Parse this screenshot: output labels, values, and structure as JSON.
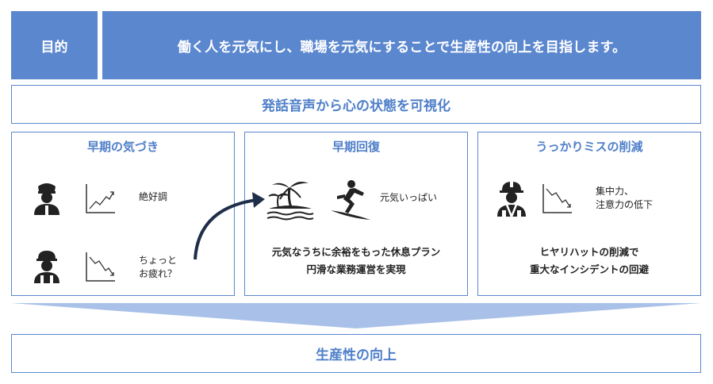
{
  "purpose": {
    "label": "目的",
    "text": "働く人を元気にし、職場を元気にすることで生産性の向上を目指します。"
  },
  "banner": "発話音声から心の状態を可視化",
  "panels": [
    {
      "title": "早期の気づき",
      "rows": [
        {
          "person_icon": "police-officer-icon",
          "trend_icon": "trend-up-icon",
          "text": "絶好調"
        },
        {
          "person_icon": "worker-icon",
          "trend_icon": "trend-down-icon",
          "text_lines": [
            "ちょっと",
            "お疲れ？"
          ]
        }
      ]
    },
    {
      "title": "早期回復",
      "icons": [
        "island-palm-icon",
        "surfer-icon"
      ],
      "status": "元気いっぱい",
      "caption_lines": [
        "元気なうちに余裕をもった休息プラン",
        "円滑な業務運営を実現"
      ]
    },
    {
      "title": "うっかりミスの削減",
      "icons": [
        "construction-worker-icon",
        "trend-down-icon"
      ],
      "status_lines": [
        "集中力、",
        "注意力の低下"
      ],
      "caption_lines": [
        "ヒヤリハットの削減で",
        "重大なインシデントの回避"
      ]
    }
  ],
  "result": "生産性の向上",
  "colors": {
    "primary": "#5b87cf",
    "title_text": "#4f7fc9",
    "band": "#a9c1e8",
    "arrow": "#1f2f4a"
  }
}
